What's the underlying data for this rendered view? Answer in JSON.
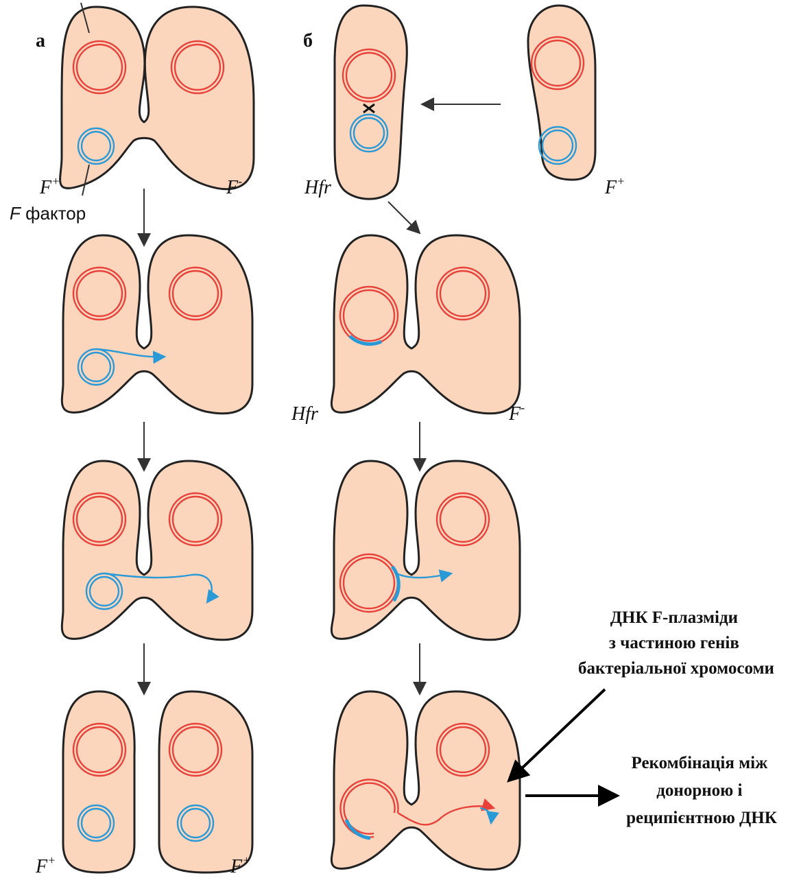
{
  "panels": {
    "a": "а",
    "b": "б"
  },
  "labels": {
    "f_plus": "F",
    "f_plus_sup": "+",
    "f_minus": "F",
    "f_minus_sup": "-",
    "hfr": "Hfr",
    "f_factor_italic": "F",
    "f_factor_text": " фактор"
  },
  "annotations": {
    "f_plasmid_dna": [
      "ДНК F-плазміди",
      "з частиною генів",
      "бактеріальної хромосоми"
    ],
    "recombination": [
      "Рекомбінація між",
      "донорною і",
      "реципієнтною ДНК"
    ]
  },
  "colors": {
    "cell_fill": "#fcd5bd",
    "chromosome": "#e8413a",
    "f_factor": "#2a9ad7"
  }
}
